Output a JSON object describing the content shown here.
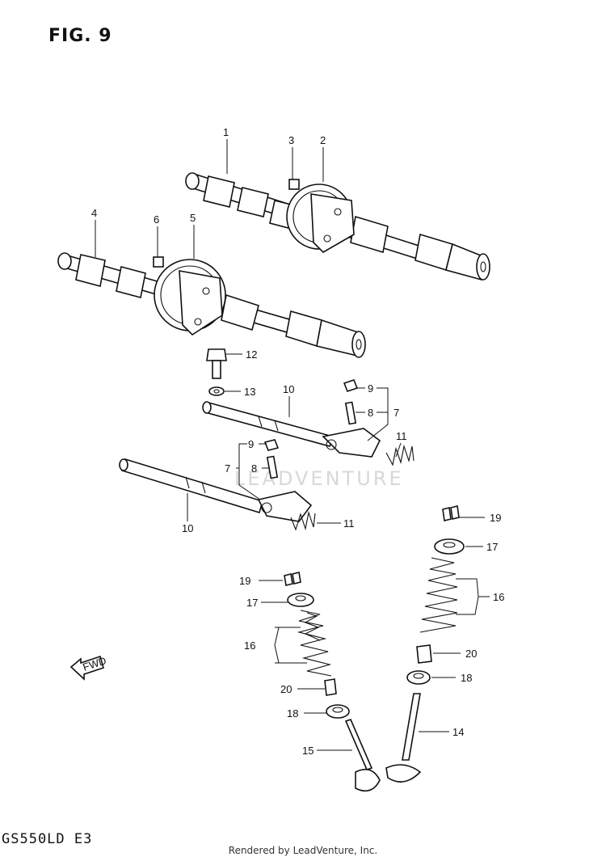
{
  "figure": {
    "title": "FIG. 9"
  },
  "model": {
    "code": "GS550LD E3"
  },
  "watermark": {
    "text": "LEADVENTURE"
  },
  "footer": {
    "text": "Rendered by LeadVenture, Inc."
  },
  "callouts": [
    {
      "id": "c1",
      "number": "1"
    },
    {
      "id": "c2",
      "number": "2"
    },
    {
      "id": "c3",
      "number": "3"
    },
    {
      "id": "c4",
      "number": "4"
    },
    {
      "id": "c5",
      "number": "5"
    },
    {
      "id": "c6",
      "number": "6"
    },
    {
      "id": "c12",
      "number": "12"
    },
    {
      "id": "c13",
      "number": "13"
    },
    {
      "id": "c10a",
      "number": "10"
    },
    {
      "id": "c9a",
      "number": "9"
    },
    {
      "id": "c8a",
      "number": "8"
    },
    {
      "id": "c7a",
      "number": "7"
    },
    {
      "id": "c11a",
      "number": "11"
    },
    {
      "id": "c9b",
      "number": "9"
    },
    {
      "id": "c7b",
      "number": "7"
    },
    {
      "id": "c8b",
      "number": "8"
    },
    {
      "id": "c10b",
      "number": "10"
    },
    {
      "id": "c11b",
      "number": "11"
    },
    {
      "id": "c19a",
      "number": "19"
    },
    {
      "id": "c17a",
      "number": "17"
    },
    {
      "id": "c16a",
      "number": "16"
    },
    {
      "id": "c20a",
      "number": "20"
    },
    {
      "id": "c18a",
      "number": "18"
    },
    {
      "id": "c14",
      "number": "14"
    },
    {
      "id": "c19b",
      "number": "19"
    },
    {
      "id": "c17b",
      "number": "17"
    },
    {
      "id": "c16b",
      "number": "16"
    },
    {
      "id": "c20b",
      "number": "20"
    },
    {
      "id": "c18b",
      "number": "18"
    },
    {
      "id": "c15",
      "number": "15"
    }
  ],
  "fwd_arrow": {
    "text": "FWD"
  }
}
